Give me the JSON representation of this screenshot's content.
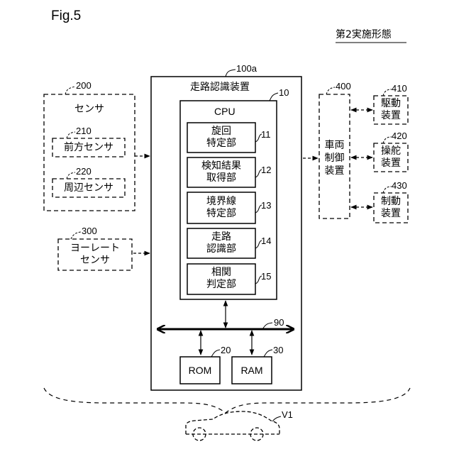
{
  "figure_label": "Fig.5",
  "embodiment_label": "第2実施形態",
  "device": {
    "ref": "100a",
    "label": "走路認識装置"
  },
  "cpu": {
    "ref": "10",
    "label": "CPU",
    "units": [
      {
        "ref": "11",
        "label": "旋回\n特定部"
      },
      {
        "ref": "12",
        "label": "検知結果\n取得部"
      },
      {
        "ref": "13",
        "label": "境界線\n特定部"
      },
      {
        "ref": "14",
        "label": "走路\n認識部"
      },
      {
        "ref": "15",
        "label": "相関\n判定部"
      }
    ]
  },
  "bus": {
    "ref": "90"
  },
  "rom": {
    "ref": "20",
    "label": "ROM"
  },
  "ram": {
    "ref": "30",
    "label": "RAM"
  },
  "sensor": {
    "ref": "200",
    "label": "センサ",
    "front": {
      "ref": "210",
      "label": "前方センサ"
    },
    "surround": {
      "ref": "220",
      "label": "周辺センサ"
    }
  },
  "yaw_sensor": {
    "ref": "300",
    "label": "ヨーレート\nセンサ"
  },
  "vehicle_control": {
    "ref": "400",
    "label": "車両\n制御\n装置"
  },
  "drive": {
    "ref": "410",
    "label": "駆動\n装置"
  },
  "steer": {
    "ref": "420",
    "label": "操舵\n装置"
  },
  "brake": {
    "ref": "430",
    "label": "制動\n装置"
  },
  "vehicle": {
    "ref": "V1"
  }
}
